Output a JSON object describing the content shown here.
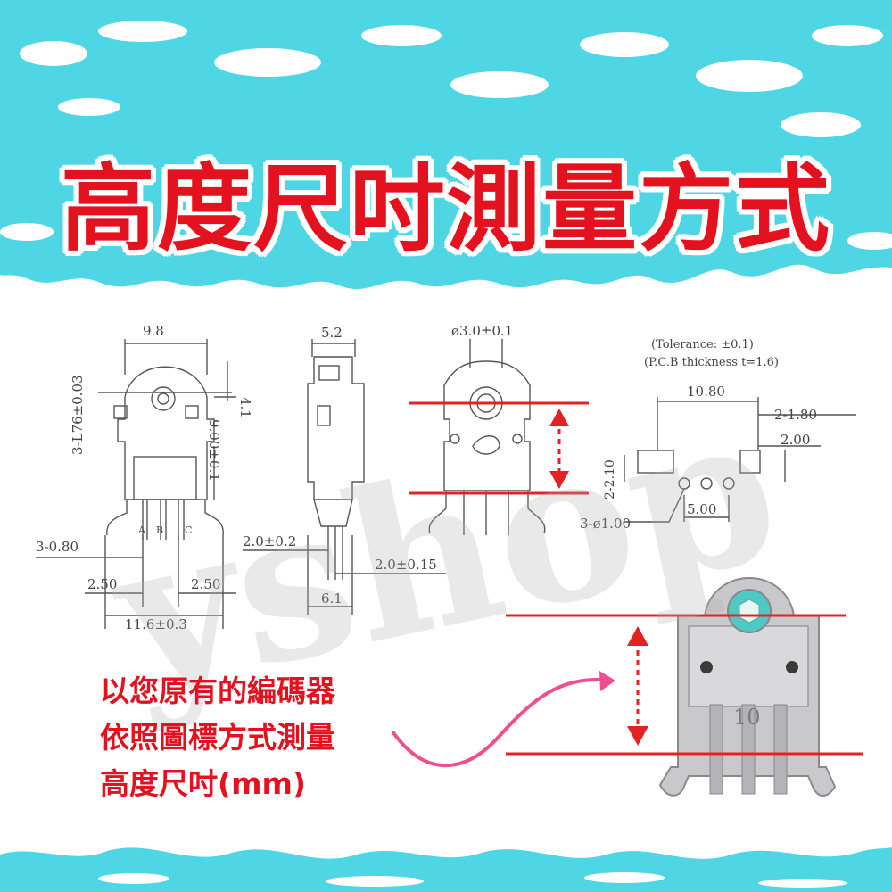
{
  "header": {
    "title": "高度尺吋測量方式"
  },
  "watermark": {
    "text": "yshop"
  },
  "drawing": {
    "front_view": {
      "width_top": "9.8",
      "pin_label_left": "3-L76±0.03",
      "dim_right_top": "4.1",
      "dim_right": "9.00±0.1",
      "pin_pitch": "3-0.80",
      "left_offset": "2.50",
      "right_offset": "2.50",
      "total_width": "11.6±0.3",
      "pin_letters": [
        "A",
        "B",
        "C"
      ]
    },
    "side_view": {
      "width_top": "5.2",
      "dim_left": "2.0±0.2",
      "dim_right": "2.0±0.15",
      "bottom": "6.1"
    },
    "top_view": {
      "shaft_hole": "ø3.0±0.1"
    },
    "pcb_layout": {
      "tolerance": "(Tolerance: ±0.1)",
      "thickness": "(P.C.B thickness t=1.6)",
      "width": "10.80",
      "mount_holes": "2-1.80",
      "offset": "2.00",
      "slot": "2-2.10",
      "pin_holes": "3-ø1.00",
      "pin_span": "5.00"
    }
  },
  "note": {
    "line1": "以您原有的編碼器",
    "line2": "依照圖標方式測量",
    "line3": "高度尺吋(mm)"
  },
  "photo": {
    "marking": "10"
  },
  "colors": {
    "splash": "#4fd6e4",
    "title_red": "#e4121f",
    "guide_red": "#e32323",
    "arrow_pink": "#ee4f91"
  }
}
